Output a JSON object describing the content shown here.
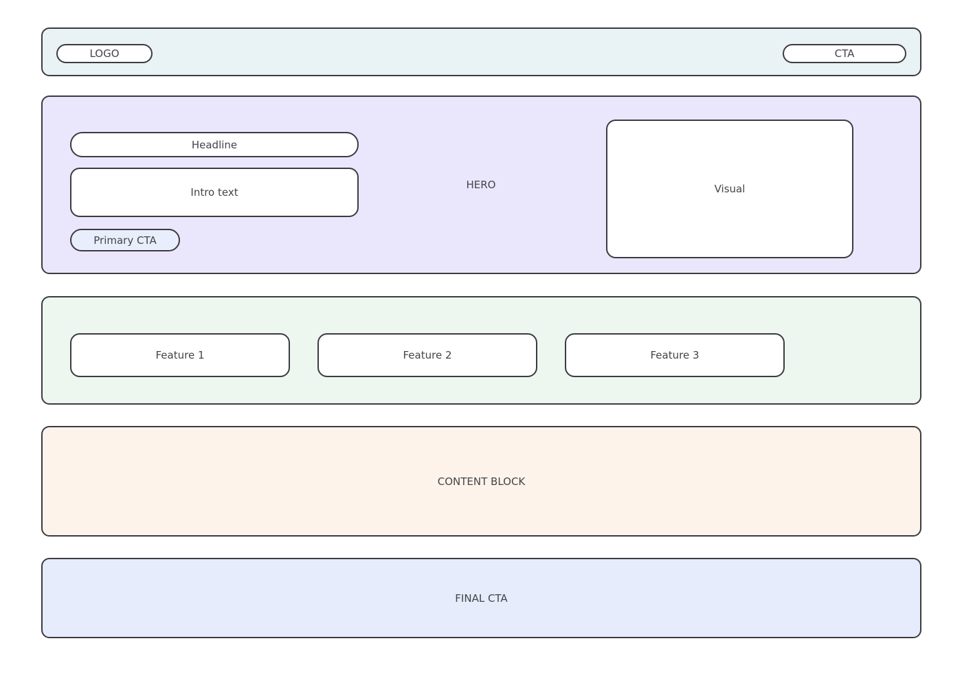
{
  "wireframe": {
    "header": {
      "logo_label": "LOGO",
      "cta_label": "CTA",
      "background": "#e9f2f4"
    },
    "hero": {
      "label": "HERO",
      "headline_label": "Headline",
      "intro_label": "Intro text",
      "primary_cta_label": "Primary CTA",
      "visual_label": "Visual",
      "background": "#eae7fc",
      "primary_cta_fill": "#e8eefb"
    },
    "features": {
      "background": "#edf7f0",
      "cards": [
        {
          "label": "Feature 1"
        },
        {
          "label": "Feature 2"
        },
        {
          "label": "Feature 3"
        }
      ]
    },
    "content_block": {
      "label": "CONTENT BLOCK",
      "background": "#fdf3eb"
    },
    "final_cta": {
      "label": "FINAL CTA",
      "background": "#e6ecfb"
    },
    "theme": {
      "stroke": "#3b3b42",
      "text": "#44444a",
      "surface": "#ffffff",
      "page_background": "#ffffff"
    }
  }
}
